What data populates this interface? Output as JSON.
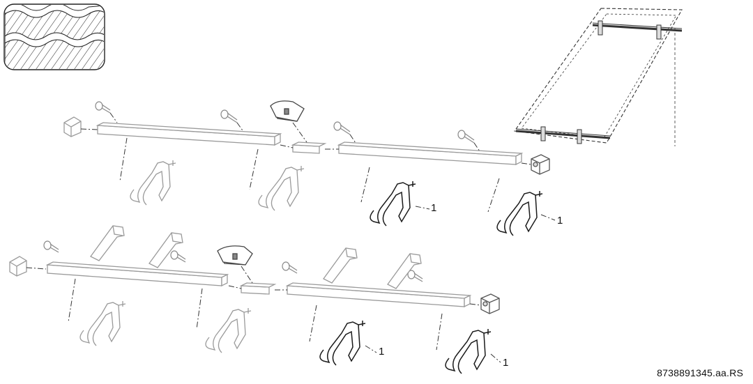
{
  "document_number": "8738891345.aa.RS",
  "callouts": [
    "1",
    "1",
    "1",
    "1"
  ],
  "colors": {
    "faded_part": "#a8a8a8",
    "bold_part": "#1a1a1a",
    "leader": "#222222"
  },
  "icons": [
    "roof-tile-icon",
    "solar-collector-icon"
  ]
}
